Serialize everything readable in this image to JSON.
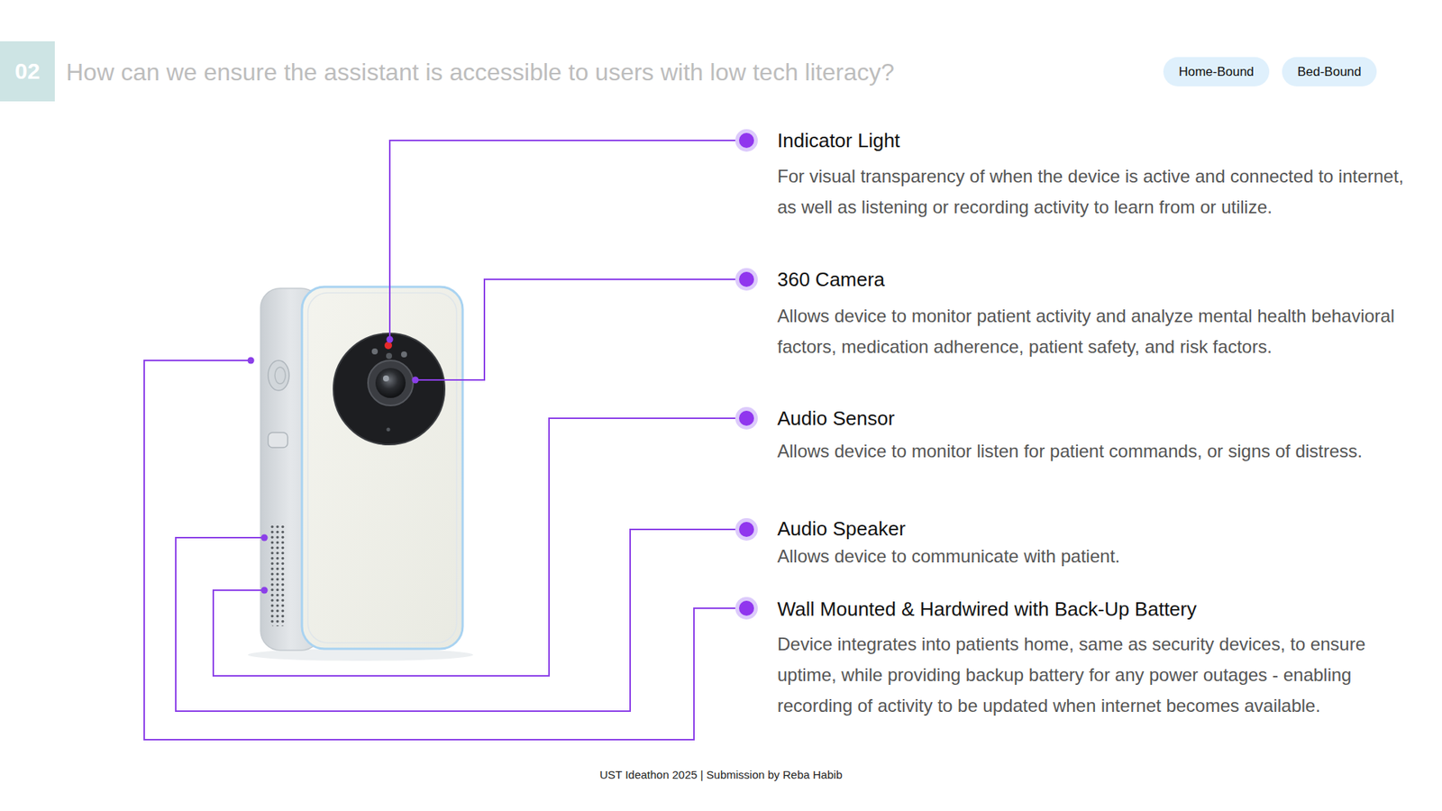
{
  "diagram": {
    "title": "How can we ensure the assistant is accessible to users with low tech literacy?",
    "nodes": [
      {
        "text": [
          "02"
        ]
      },
      {
        "text": [
          "Home-Bound"
        ]
      },
      {
        "text": [
          "Bed-Bound"
        ]
      }
    ],
    "labels": [
      "Indicator Light",
      "For visual transparency of when the device is active and connected to internet, as well as listening or recording activity to learn from or utilize.",
      "360 Camera",
      "Allows device to monitor patient activity and analyze mental health behavioral factors, medication adherence, patient safety, and risk factors.",
      "Audio Sensor",
      "Allows device to monitor listen for patient commands, or signs of distress.",
      "Audio Speaker",
      "Allows device to communicate with patient.",
      "Wall Mounted & Hardwired with Back-Up Battery",
      "Device integrates into patients home, same as security devices, to ensure uptime, while providing backup battery for any power outages - enabling recording of activity to be updated when internet becomes available.",
      "UST Ideathon 2025 | Submission by Reba Habib"
    ]
  }
}
